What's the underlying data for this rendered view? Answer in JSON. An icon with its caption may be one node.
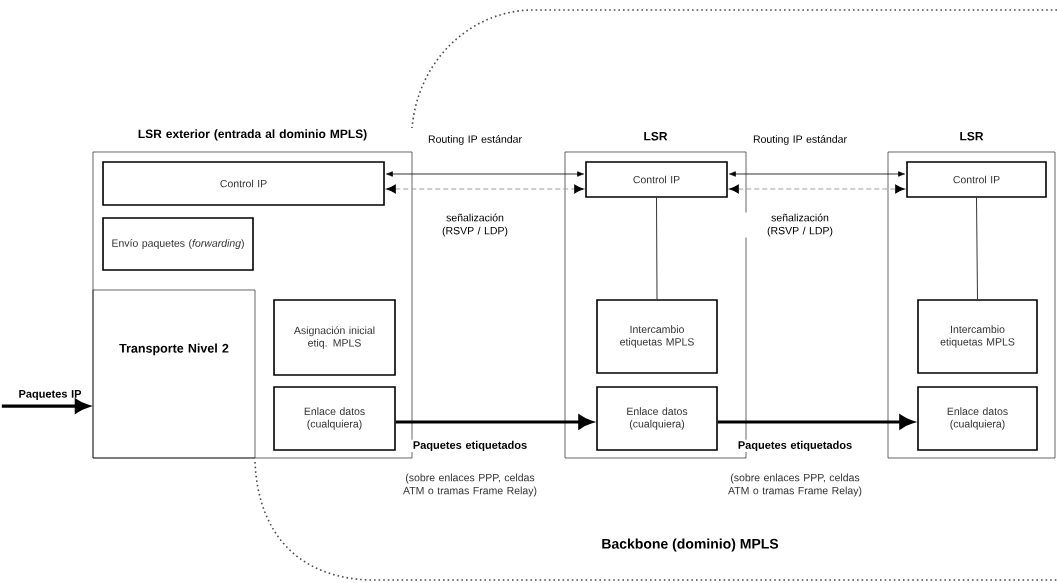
{
  "diagram": {
    "nodes": [
      {
        "text": [
          "Backbone (dominio) MPLS"
        ]
      },
      {
        "text": [
          "LSR exterior (entrada al dominio MPLS)"
        ]
      },
      {
        "text": [
          "Control IP"
        ],
        "in": 1
      },
      {
        "text": [
          "Envío paquetes (*forwarding*)"
        ],
        "in": 1
      },
      {
        "text": [
          "Transporte Nivel 2"
        ],
        "in": 1
      },
      {
        "text": [
          "Asignación inicial etiq. MPLS"
        ],
        "in": 1
      },
      {
        "text": [
          "Enlace datos (cualquiera)"
        ],
        "in": 1
      },
      {
        "text": [
          "LSR"
        ]
      },
      {
        "text": [
          "Control IP"
        ],
        "in": 7
      },
      {
        "text": [
          "Intercambio etiquetas MPLS"
        ],
        "in": 7
      },
      {
        "text": [
          "Enlace datos (cualquiera)"
        ],
        "in": 7
      },
      {
        "text": [
          "LSR"
        ]
      },
      {
        "text": [
          "Control IP"
        ],
        "in": 11
      },
      {
        "text": [
          "Intercambio etiquetas MPLS"
        ],
        "in": 11
      },
      {
        "text": [
          "Enlace datos (cualquiera)"
        ],
        "in": 11
      },
      {
        "text": [
          "Paquetes IP"
        ]
      }
    ],
    "edges": [
      {
        "from": 15,
        "to": 4,
        "arrow": "to",
        "style": "thick"
      },
      {
        "from": 6,
        "to": 10,
        "arrow": "to",
        "style": "thick",
        "label": "Paquetes etiquetados"
      },
      {
        "from": 10,
        "to": 14,
        "arrow": "to",
        "style": "thick",
        "label": "Paquetes etiquetados"
      },
      {
        "from": 2,
        "to": 8,
        "arrow": "both",
        "label": "Routing IP estándar"
      },
      {
        "from": 2,
        "to": 8,
        "arrow": "both",
        "style": "dashed",
        "color": "#a0a0a0",
        "label": "señalización (RSVP / LDP)"
      },
      {
        "from": 8,
        "to": 12,
        "arrow": "both",
        "label": "Routing IP estándar"
      },
      {
        "from": 8,
        "to": 12,
        "arrow": "both",
        "style": "dashed",
        "color": "#a0a0a0",
        "label": "señalización (RSVP / LDP)"
      },
      {
        "from": 8,
        "to": 9,
        "arrow": "none"
      },
      {
        "from": 12,
        "to": 13,
        "arrow": "none"
      }
    ],
    "labels": [
      "(sobre enlaces PPP, celdas ATM o tramas Frame Relay)",
      "(sobre enlaces PPP, celdas ATM o tramas Frame Relay)"
    ]
  }
}
